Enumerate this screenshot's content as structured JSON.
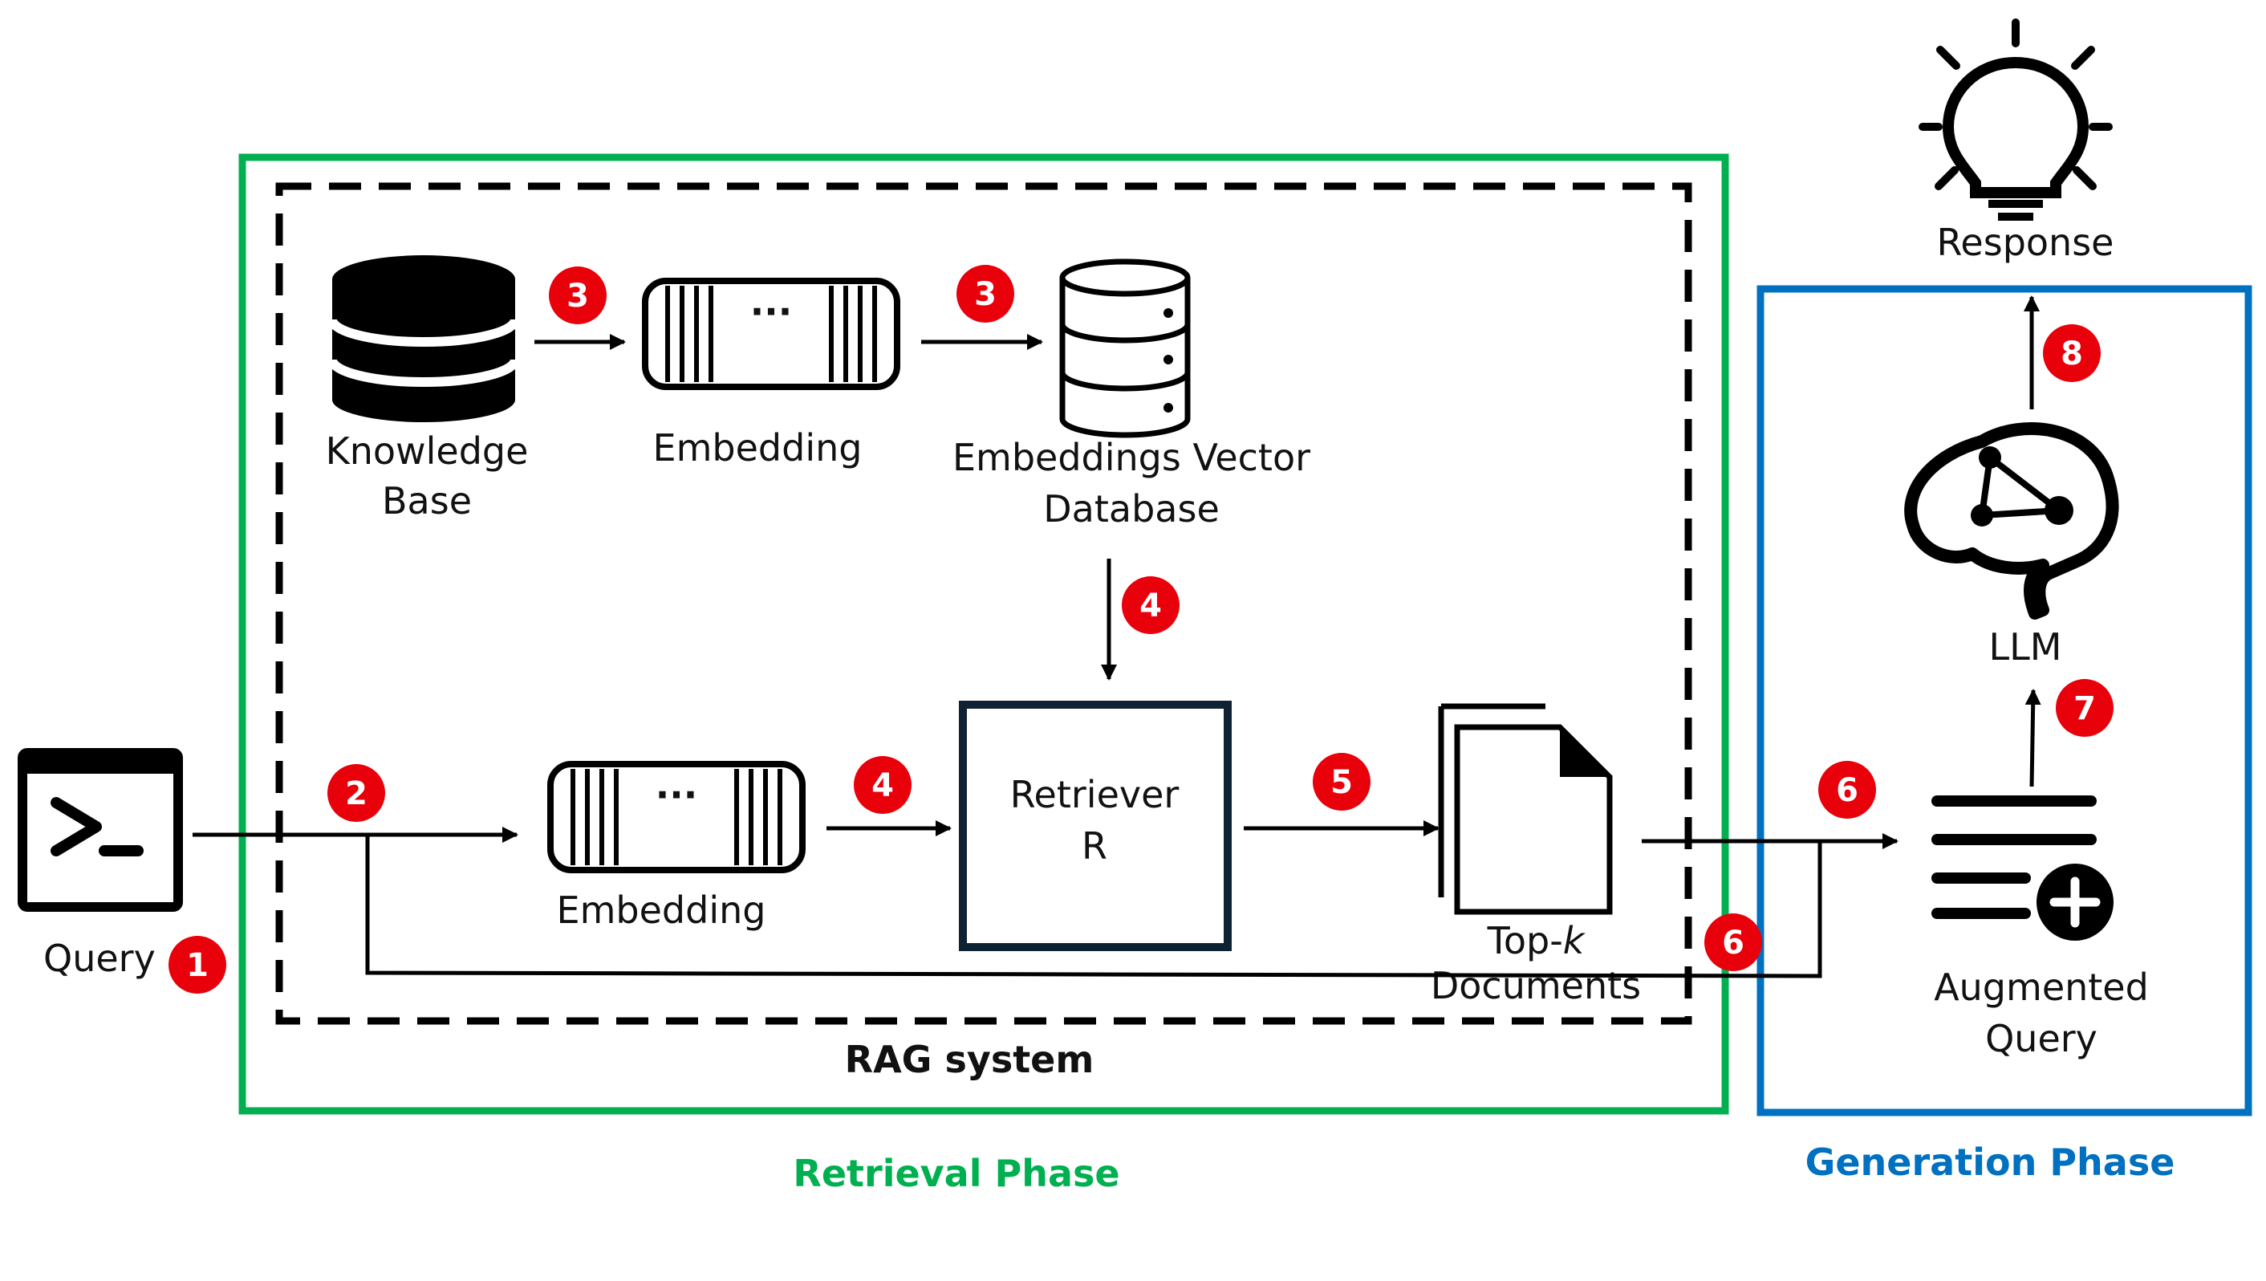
{
  "colors": {
    "retrieval": "#00b050",
    "generation": "#0070c0",
    "badge": "#e8000b",
    "retriever_border": "#0f2233"
  },
  "labels": {
    "query": "Query",
    "knowledge_base_1": "Knowledge",
    "knowledge_base_2": "Base",
    "embedding_top": "Embedding",
    "vector_db_1": "Embeddings Vector",
    "vector_db_2": "Database",
    "embedding_bottom": "Embedding",
    "retriever_1": "Retriever",
    "retriever_2": "R",
    "topk_prefix": "Top-",
    "topk_k": "k",
    "topk_2": "Documents",
    "llm": "LLM",
    "response": "Response",
    "augmented_1": "Augmented",
    "augmented_2": "Query",
    "rag_system": "RAG system",
    "retrieval_phase": "Retrieval Phase",
    "generation_phase": "Generation Phase",
    "dots": "···"
  },
  "steps": {
    "query": "1",
    "to_embedding": "2",
    "kb_to_embedding": "3",
    "embedding_to_db": "3",
    "db_to_retriever": "4",
    "embedding_to_retriever": "4",
    "retriever_to_docs": "5",
    "docs_to_augmented": "6",
    "query_to_augmented": "6",
    "augmented_to_llm": "7",
    "llm_to_response": "8"
  },
  "icons": [
    "terminal-icon",
    "database-icon",
    "embedding-icon",
    "vector-database-icon",
    "documents-icon",
    "augmented-query-icon",
    "brain-icon",
    "lightbulb-icon"
  ]
}
